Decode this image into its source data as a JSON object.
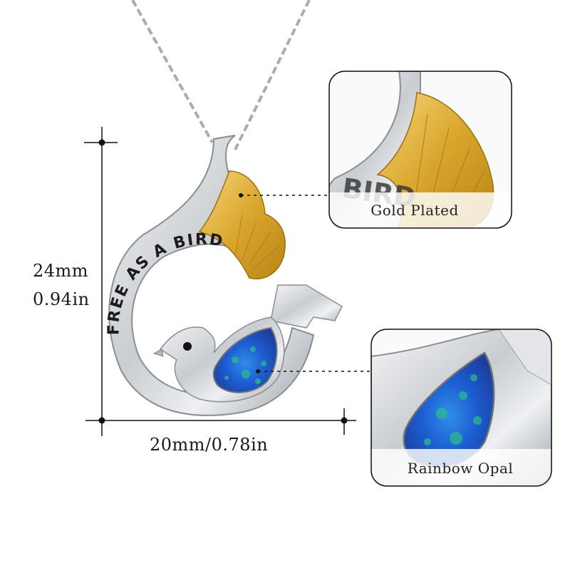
{
  "dimensions": {
    "height_mm": "24mm",
    "height_in": "0.94in",
    "width": "20mm/0.78in"
  },
  "engraving": "FREE AS A BIRD",
  "callouts": [
    {
      "label": "Gold Plated",
      "zoom_text": "BIRD"
    },
    {
      "label": "Rainbow Opal"
    }
  ],
  "colors": {
    "silver": "#d7d9dc",
    "gold": "#e2b33c",
    "opal_blue": "#1e5fd6",
    "opal_green": "#28b28a",
    "line": "#111111"
  }
}
